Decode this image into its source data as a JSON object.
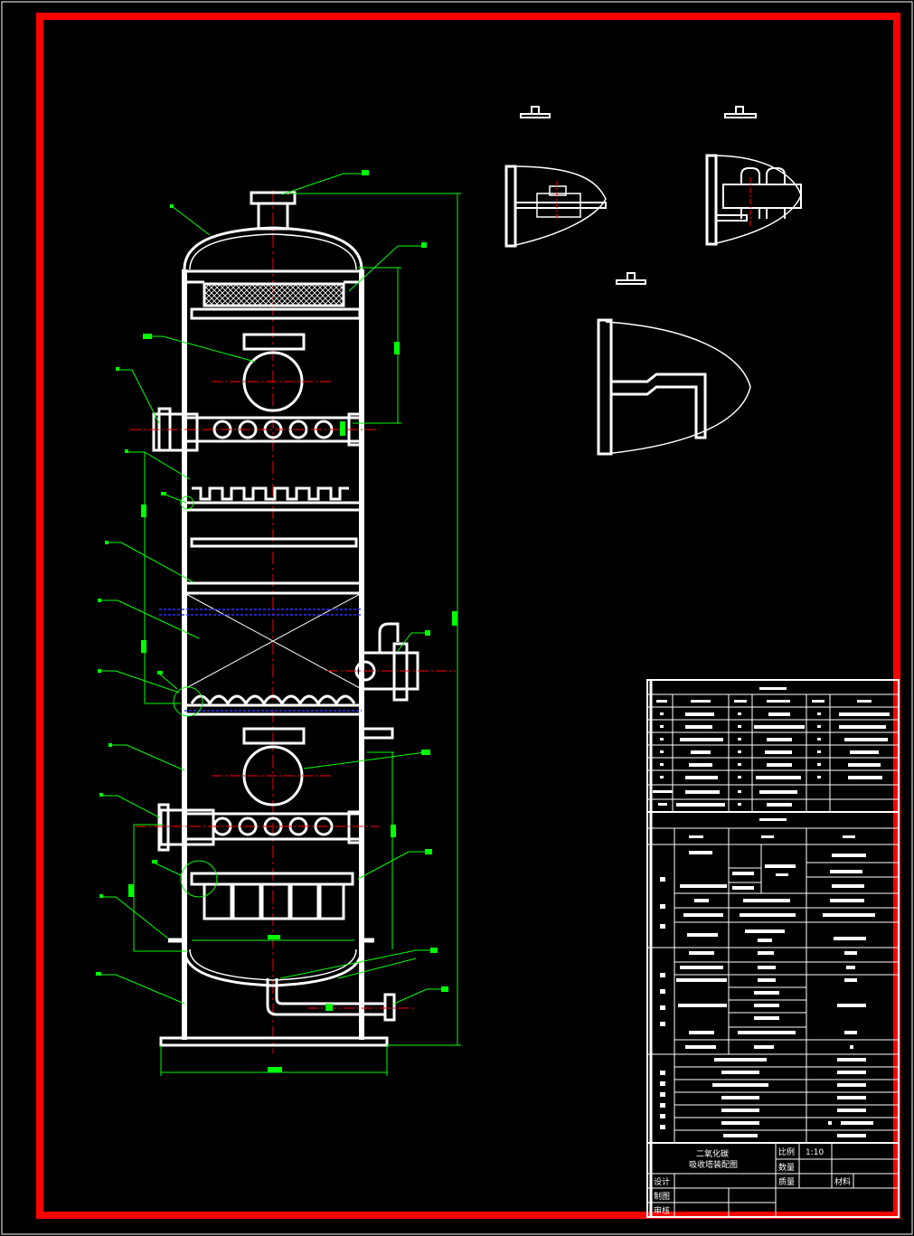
{
  "drawing": {
    "title_line1": "二氧化碳",
    "title_line2": "吸收塔装配图"
  },
  "title_block": {
    "scale_label": "比例",
    "scale_value": "1:10",
    "quantity_label": "数量",
    "weight_label": "质量",
    "material_label": "材料",
    "design_label": "设计",
    "draw_label": "制图",
    "review_label": "审核"
  },
  "colors": {
    "background": "#000000",
    "frame": "#ff0000",
    "line": "#ffffff",
    "leader": "#00ff00",
    "centerline": "#ff0000",
    "hatch_blue": "#3333ff"
  }
}
